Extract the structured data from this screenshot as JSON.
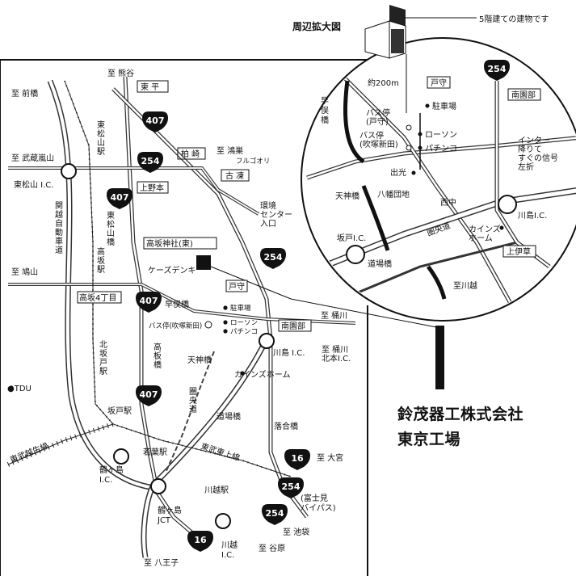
{
  "inset": {
    "title": "周辺拡大図",
    "building_note": "5階建ての建物です",
    "distance": "約200m",
    "labels": {
      "tomori_box": "戸守",
      "parking": "駐車場",
      "minamizonobu": "南園部",
      "hayamata": "早\n俣\n橋",
      "bus_tomori": "バス停\n(戸守)",
      "bus_fukitsuka": "バス停\n(吹塚新田)",
      "lawson": "ローソン",
      "pachinko": "パチンコ",
      "interchange_note": "インター\n降りて\nすぐの信号\n左折",
      "dekou": "出光",
      "tenjin": "天神橋",
      "yawata": "八幡団地",
      "nishinaka": "西中",
      "kawajima_ic": "川島I.C.",
      "ken_o": "圏央道",
      "kainz": "カインズ\nホーム",
      "sakado_ic": "坂戸I.C.",
      "dojo": "道場橋",
      "kamiiso": "上伊草",
      "to_kawagoe": "至川越"
    },
    "shield_254": "254"
  },
  "main": {
    "labels": {
      "to_kumagaya": "至 熊谷",
      "higashidaira": "東 平",
      "to_maebashi": "至 前橋",
      "higashimatsuyama_st": "東\n松\n山\n駅",
      "kashiwazaki": "柏 崎",
      "to_konosu": "至 鴻巣",
      "to_bushi": "至 武蔵嵐山",
      "higashimatsuyama_ic": "東松山 I.C.",
      "furugori": "フルゴオリ",
      "furugori_k": "古 凍",
      "kaminoto": "上野本",
      "kan_etsu": "関\n越\n自\n動\n車\n道",
      "higashimatsuyama_bridge": "東\n松\n山\n橋",
      "kankyo": "環境\nセンター\n入口",
      "takasaka_jinja": "高坂神社(東)",
      "to_hatoyama": "至 鳩山",
      "takasaka_st": "高\n坂\n駅",
      "kezu": "ケーズデンキ",
      "tomori": "戸守",
      "takasaka4": "高坂4丁目",
      "hayamata_bridge": "早俣橋",
      "parking": "駐車場",
      "to_okegawa": "至 桶川",
      "bus_fukitsuka": "バス停(吹塚新田)",
      "lawson": "ローソン",
      "pachinko": "パチンコ",
      "minamizonobu": "南園部",
      "kitasakado_st": "北\n坂\n戸\n駅",
      "takaita_bridge": "高\n板\n橋",
      "tenjin": "天神橋",
      "kawajima_ic": "川島 I.C.",
      "to_okegawa_kita": "至 桶川\n北本I.C.",
      "tdu": "●TDU",
      "kainz": "カインズホーム",
      "ken_o": "圏\n央\n道",
      "dojo": "道場橋",
      "sakado_st": "坂戸駅",
      "ochiai": "落合橋",
      "tobu_tojo": "東武越生線",
      "wakaba_st": "若葉駅",
      "tobu_higashi": "東武東上線",
      "to_omiya": "至 大宮",
      "tsurugashima_ic": "鶴ヶ島\nI.C.",
      "fujimi": "(富士見\nバイパス)",
      "kawagoe_st": "川越駅",
      "tsurugashima_jct": "鶴ヶ島\nJCT",
      "to_ikebukuro": "至 池袋",
      "kawagoe_ic": "川越\nI.C.",
      "to_yahara": "至 谷原",
      "to_hachioji": "至 八王子"
    },
    "shields": {
      "r407": "407",
      "r254": "254",
      "r16": "16"
    }
  },
  "company": {
    "name": "鈴茂器工株式会社",
    "office": "東京工場"
  }
}
